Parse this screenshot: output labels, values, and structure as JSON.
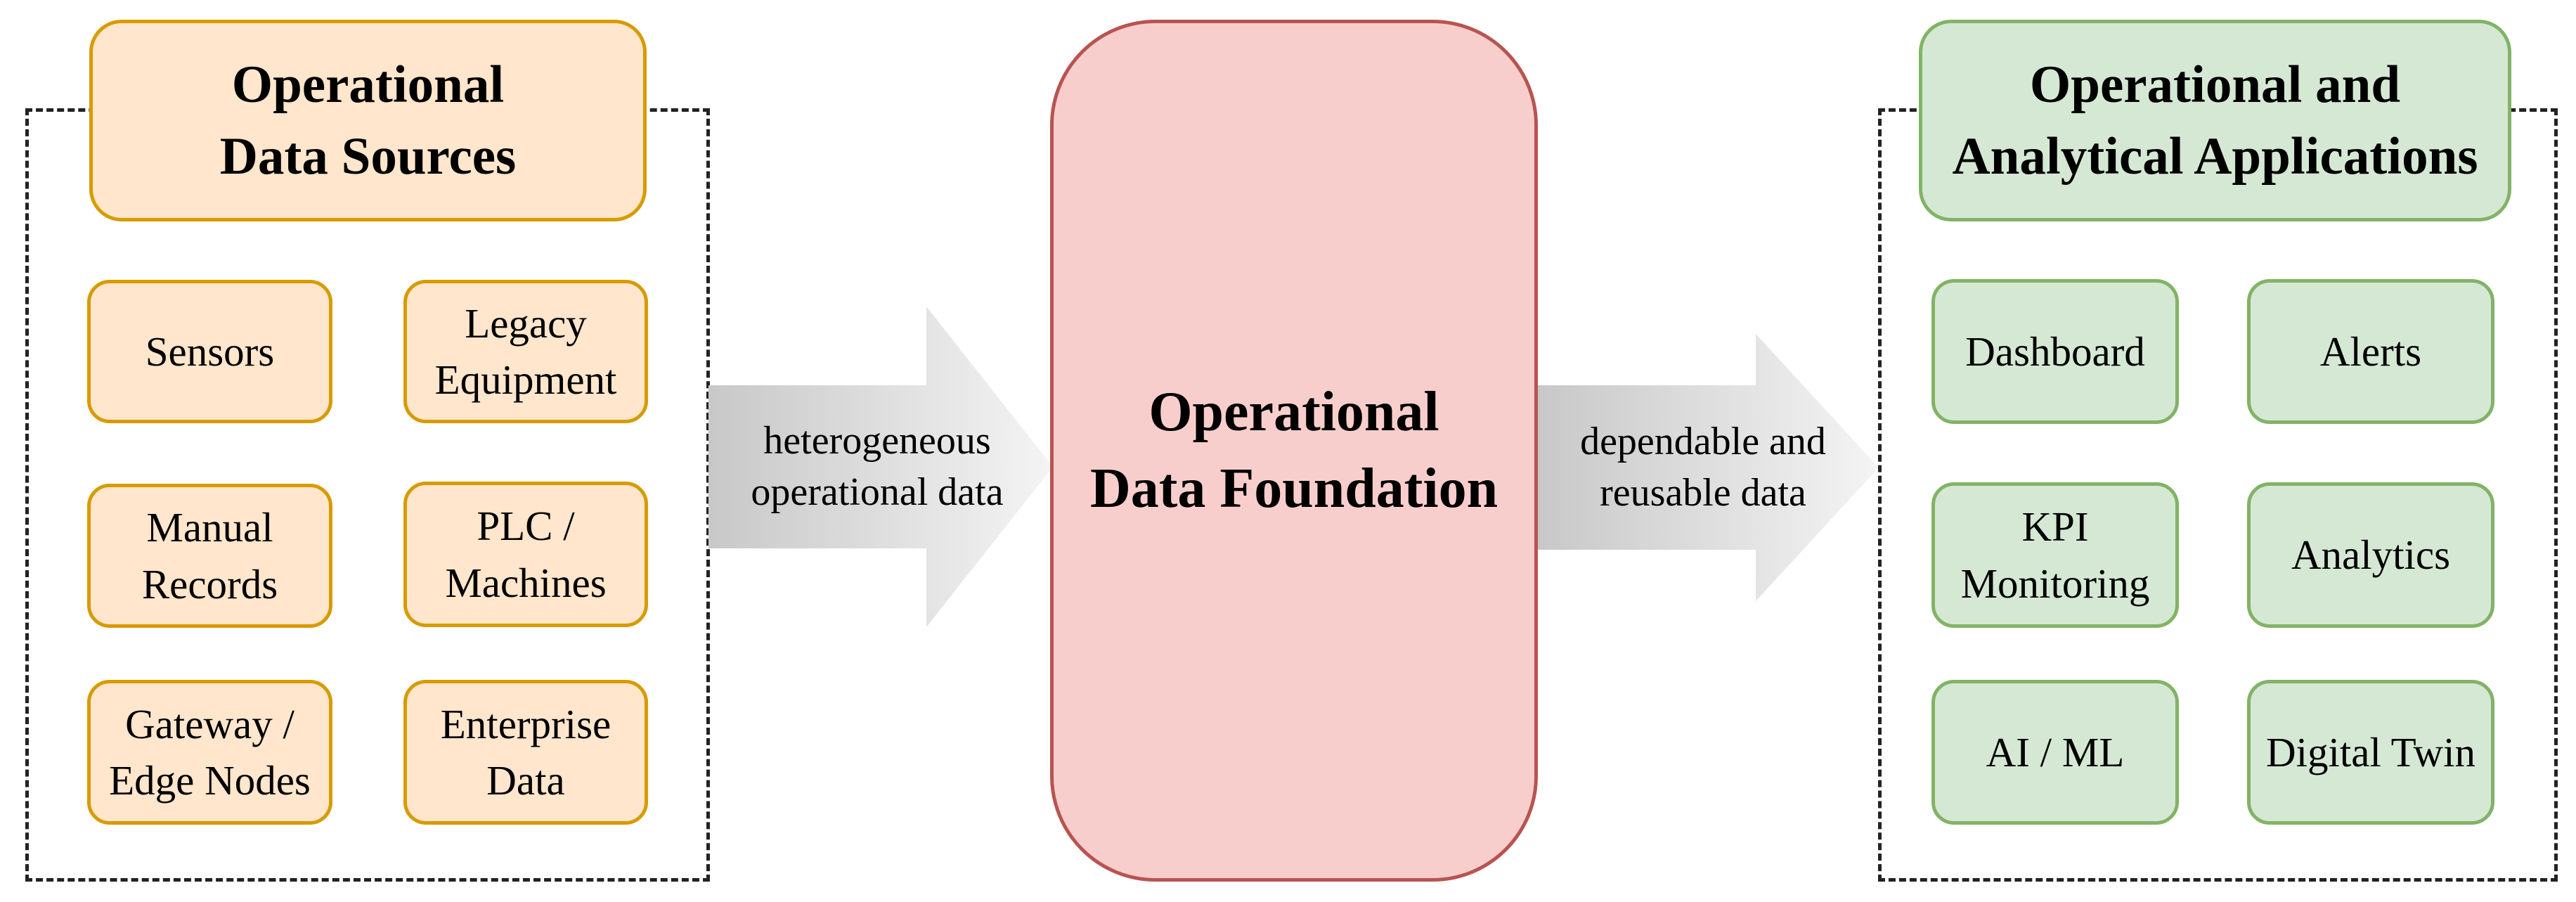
{
  "sources": {
    "title": "Operational\nData Sources",
    "items": [
      "Sensors",
      "Legacy\nEquipment",
      "Manual\nRecords",
      "PLC /\nMachines",
      "Gateway /\nEdge Nodes",
      "Enterprise\nData"
    ]
  },
  "foundation": {
    "title": "Operational\nData Foundation"
  },
  "applications": {
    "title": "Operational and\nAnalytical Applications",
    "items": [
      "Dashboard",
      "Alerts",
      "KPI\nMonitoring",
      "Analytics",
      "AI / ML",
      "Digital Twin"
    ]
  },
  "arrows": {
    "left": "heterogeneous\noperational data",
    "right": "dependable and\nreusable data"
  },
  "colors": {
    "sources_fill": "#ffe6cc",
    "sources_stroke": "#d79b00",
    "foundation_fill": "#f8cecc",
    "foundation_stroke": "#b85450",
    "apps_fill": "#d5e8d4",
    "apps_stroke": "#82b366",
    "arrow_gradient_start": "#c8c8c8",
    "arrow_gradient_end": "#f4f4f4"
  }
}
